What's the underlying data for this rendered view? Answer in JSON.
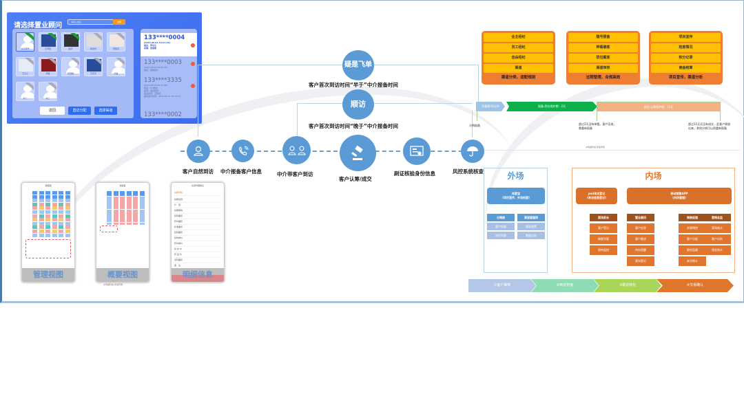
{
  "app": {
    "title": "请选择置业顾问",
    "search_placeholder": "请输入姓名",
    "search_button": "搜索",
    "advisors": [
      {
        "name": "演示账号",
        "tag": "green",
        "photo": false,
        "selected": true
      },
      {
        "name": "王智慧",
        "tag": "green",
        "photo": true
      },
      {
        "name": "赵宇",
        "tag": "green",
        "photo": true
      },
      {
        "name": "张欣然",
        "tag": "gray",
        "photo": true
      },
      {
        "name": "周建东",
        "tag": "gray",
        "photo": true
      },
      {
        "name": "王允子",
        "tag": "gray",
        "photo": true
      },
      {
        "name": "周俊",
        "tag": "gray",
        "photo": true
      },
      {
        "name": "周慧艳",
        "tag": "gray",
        "photo": false
      },
      {
        "name": "王天宇",
        "tag": "gray",
        "photo": true
      },
      {
        "name": "孙俊",
        "tag": "gray",
        "photo": false
      },
      {
        "name": "刘一",
        "tag": "gray",
        "photo": false
      },
      {
        "name": "刘二",
        "tag": "gray",
        "photo": false
      }
    ],
    "buttons": {
      "back": "返回",
      "direct_assign": "直访分配",
      "select_channel": "选择渠道"
    },
    "visitors": [
      {
        "phone": "133****0004",
        "time": "[2023-08-03 10:07:29]",
        "name": "姓名：李先生",
        "source": "来源：安居客",
        "selected": true
      },
      {
        "phone": "133****0003",
        "time": "[2023-08-03 09:40:26]",
        "name": "姓名：微信用户"
      },
      {
        "phone": "133****3335",
        "time": "[2023-08-03 09:34:08]",
        "name": "姓名：8-3修改",
        "source": "来源：渠道优房",
        "advisor": "置业顾问：王智慧",
        "first_visit": "首次来访时间：2023-08-01 16:30:43"
      },
      {
        "phone": "133****0002"
      }
    ]
  },
  "flow": {
    "suspected": {
      "label": "疑是飞单",
      "caption": "客户首次到访时间“早于”中介报备时间"
    },
    "follow": {
      "label": "顺访",
      "caption": "客户首次到访时间“晚于”中介报备时间"
    },
    "steps": [
      {
        "icon": "person-icon",
        "label": "客户自然到访"
      },
      {
        "icon": "phone-icon",
        "label": "中介报备客户信息"
      },
      {
        "icon": "two-people-icon",
        "label": "中介带客户到访"
      },
      {
        "icon": "gavel-icon",
        "label": "客户认筹/成交"
      },
      {
        "icon": "id-card-icon",
        "label": "刷证核验身份信息"
      },
      {
        "icon": "umbrella-icon",
        "label": "风控系统核查"
      }
    ]
  },
  "cards": [
    {
      "items": [
        "业主经纪",
        "员工经纪",
        "自由经纪",
        "渠道"
      ],
      "footer": "渠道分类，适配规则"
    },
    {
      "items": [
        "隐号报备",
        "带看确客",
        "防拉截客",
        "渠道审核"
      ],
      "footer": "过程管理，合规高效"
    },
    {
      "items": [
        "项目宣传",
        "拓客情况",
        "积分记录",
        "佣金结算"
      ],
      "footer": "项目宣传，渠道分析"
    }
  ],
  "timeline": {
    "segments": [
      "防截客30分钟",
      "报备-到访保护期：2天",
      "到访-认购保护期：15天"
    ],
    "notes": [
      "分销报备",
      "超过2天没有带看，客户无效，需重新报备",
      "超过15天还没有成交，此客户释放出来，其他分销可以再重新报备"
    ],
    "watermark": "@筑巢科技 新招界者"
  },
  "outer": {
    "title": "外场",
    "main": {
      "line1": "拓客宝",
      "line2": "(项目宣传、外场拓客)"
    },
    "columns": [
      {
        "head": "分销商",
        "items": [
          "客户报备",
          "实时判客"
        ]
      },
      {
        "head": "渠道管理岗",
        "items": [
          "渠道政策",
          "数据分析"
        ]
      }
    ]
  },
  "inner": {
    "title": "内场",
    "pad": {
      "line1": "pad来访登记",
      "line2": "(来访信息登记)"
    },
    "app": {
      "line1": "移动销售APP",
      "line2": "(内场管理)"
    },
    "columns": [
      {
        "head": "案场前台",
        "items": [
          "客户登记",
          "确客判客",
          "接待监控"
        ]
      },
      {
        "head": "置业顾问",
        "items": [
          "客户信息",
          "客户跟进",
          "待办提醒",
          "意向登记"
        ]
      },
      {
        "head": "销售经理",
        "items": [
          "房源销控",
          "客户分配",
          "跟进监督",
          "来访统计"
        ]
      },
      {
        "head": "营销总监",
        "items": [
          "案场统计",
          "客户分析",
          "佣金统计"
        ]
      }
    ]
  },
  "stages": [
    {
      "label": "①客户推荐",
      "color": "#b4c7e7"
    },
    {
      "label": "②到访判客",
      "color": "#8fdcb4"
    },
    {
      "label": "③跟进转化",
      "color": "#a9d65a"
    },
    {
      "label": "④交易确认",
      "color": "#e0762d"
    }
  ],
  "phones": [
    {
      "title": "销控图",
      "caption": "管理视图"
    },
    {
      "title": "销控板",
      "caption": "概要视图"
    },
    {
      "title": "房源详细信息",
      "caption": "明细信息",
      "section": "房源详情",
      "fields": [
        "房屋名称",
        "户　型",
        "房屋朝向",
        "建筑面积",
        "套内面积",
        "标准面积",
        "实际面积",
        "建筑单价",
        "套内单价",
        "房 总 价",
        "折 后 价",
        "合同面积",
        "备　注",
        "销 售 人",
        "房屋状态"
      ]
    },
    {
      "watermark": "@筑巢科技 新招界者"
    }
  ]
}
